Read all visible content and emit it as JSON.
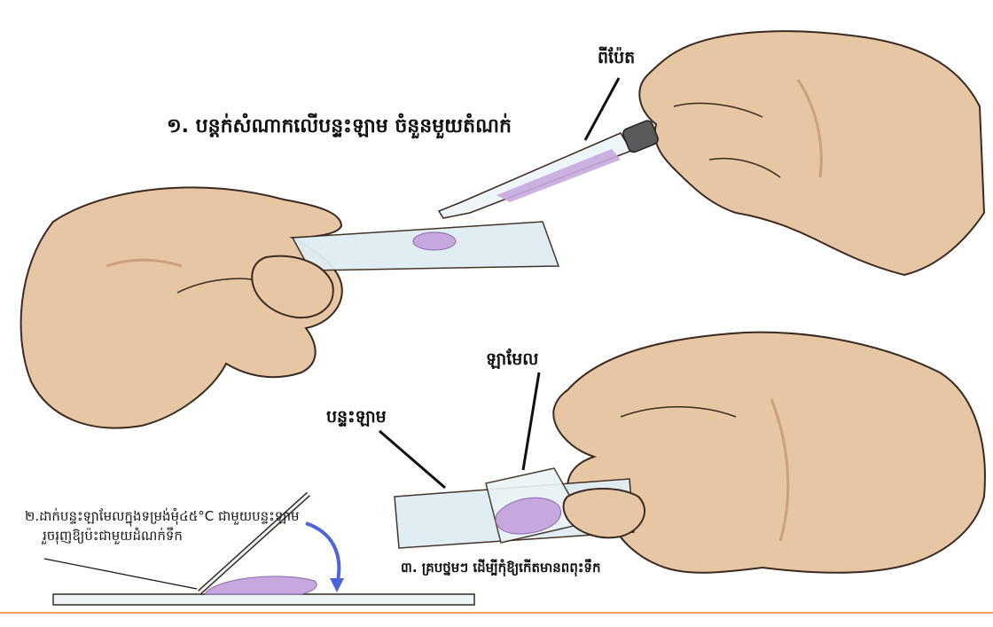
{
  "labels": {
    "step1": "១. បន្តក់សំណាកលើបន្ទះឡាម ចំនួនមួយតំណក់",
    "pipette": "ពីប៉ែត",
    "cover_slip": "ឡាមែល",
    "slide": "បន្ទះឡាម",
    "step2_line1": "២.ដាក់បន្ទះឡាមែលក្នុងទម្រង់មុំ៤៥°C ជាមួយបន្ទះឡាម",
    "step2_line2": "រួចរុញឱ្យប៉ះជាមួយដំណក់ទឹក",
    "step3": "៣. គ្របថ្នមៗ ដើម្បីកុំឱ្យកើតមានពពុះទឹក"
  },
  "colors": {
    "skin": "#e6c6a3",
    "skin_shadow": "#c9a27d",
    "outline": "#3a2a20",
    "glass": "#dfeef3",
    "sample": "#c6a8df",
    "arrow": "#4a66d8",
    "rule": "#e8a060"
  }
}
